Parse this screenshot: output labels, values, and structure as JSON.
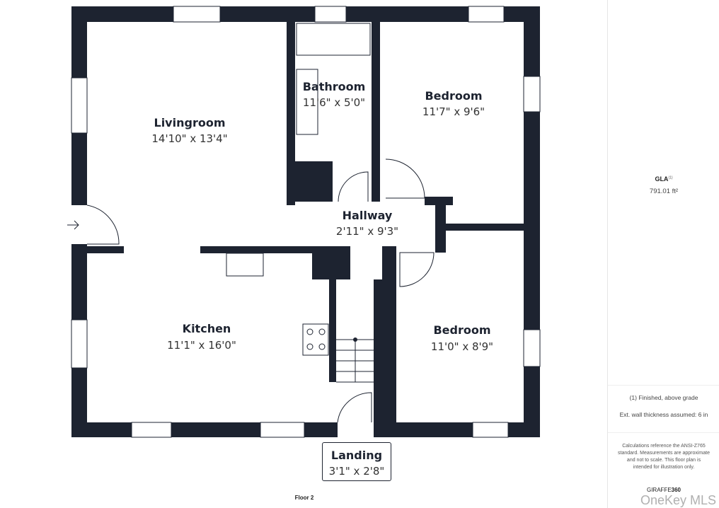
{
  "rooms": [
    {
      "name": "Livingroom",
      "dims": "14'10\" x 13'4\""
    },
    {
      "name": "Bathroom",
      "dims": "11'6\" x 5'0\""
    },
    {
      "name": "Bedroom",
      "dims": "11'7\" x 9'6\""
    },
    {
      "name": "Hallway",
      "dims": "2'11\" x 9'3\""
    },
    {
      "name": "Kitchen",
      "dims": "11'1\" x 16'0\""
    },
    {
      "name": "Bedroom",
      "dims": "11'0\" x 8'9\""
    },
    {
      "name": "Landing",
      "dims": "3'1\" x 2'8\""
    }
  ],
  "floor_label": "Floor 2",
  "panel": {
    "gla_label": "GLA",
    "gla_sup": "(1)",
    "gla_value": "791.01 ft²",
    "note1": "(1) Finished, above grade",
    "note2": "Ext. wall thickness assumed: 6 in",
    "calc": "Calculations reference the ANSI-Z765 standard. Measurements are approximate and not to scale. This floor plan is intended for illustration only.",
    "brand_a": "GIRAFFE",
    "brand_b": "360"
  },
  "watermark": "OneKey MLS",
  "colors": {
    "wall": "#1d2330"
  }
}
